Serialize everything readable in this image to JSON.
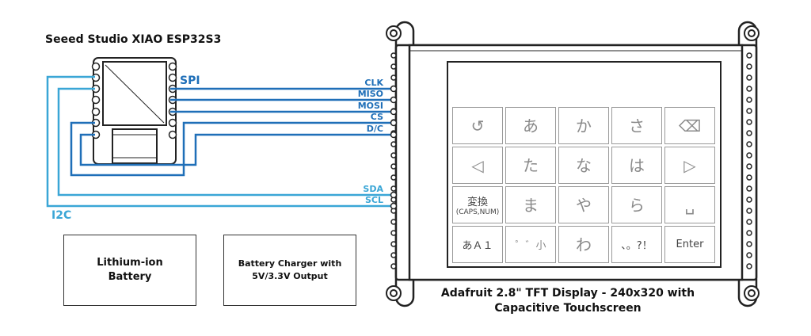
{
  "title_xiao": "Seeed Studio XIAO ESP32S3",
  "title_tft_line1": "Adafruit 2.8\" TFT Display - 240x320 with",
  "title_tft_line2": "Capacitive Touchscreen",
  "bus_spi": "SPI",
  "bus_i2c": "I2C",
  "pins": [
    "CLK",
    "MISO",
    "MOSI",
    "CS",
    "D/C",
    "SDA",
    "SCL"
  ],
  "battery_label_1": "Lithium-ion",
  "battery_label_2": "Battery",
  "charger_label_1": "Battery Charger with",
  "charger_label_2": "5V/3.3V Output",
  "keys": [
    [
      "↺",
      "あ",
      "か",
      "さ",
      "⌫"
    ],
    [
      "◁",
      "た",
      "な",
      "は",
      "▷"
    ],
    [
      "変換",
      "ま",
      "や",
      "ら",
      "␣"
    ],
    [
      "あＡ１",
      "゜゛小",
      "わ",
      "、。?！",
      "Enter"
    ]
  ],
  "key_sub_r2c0": "(CAPS,NUM)",
  "colors": {
    "spi": "#1f6fb8",
    "i2c": "#3aa6d6",
    "board": "#222222"
  }
}
